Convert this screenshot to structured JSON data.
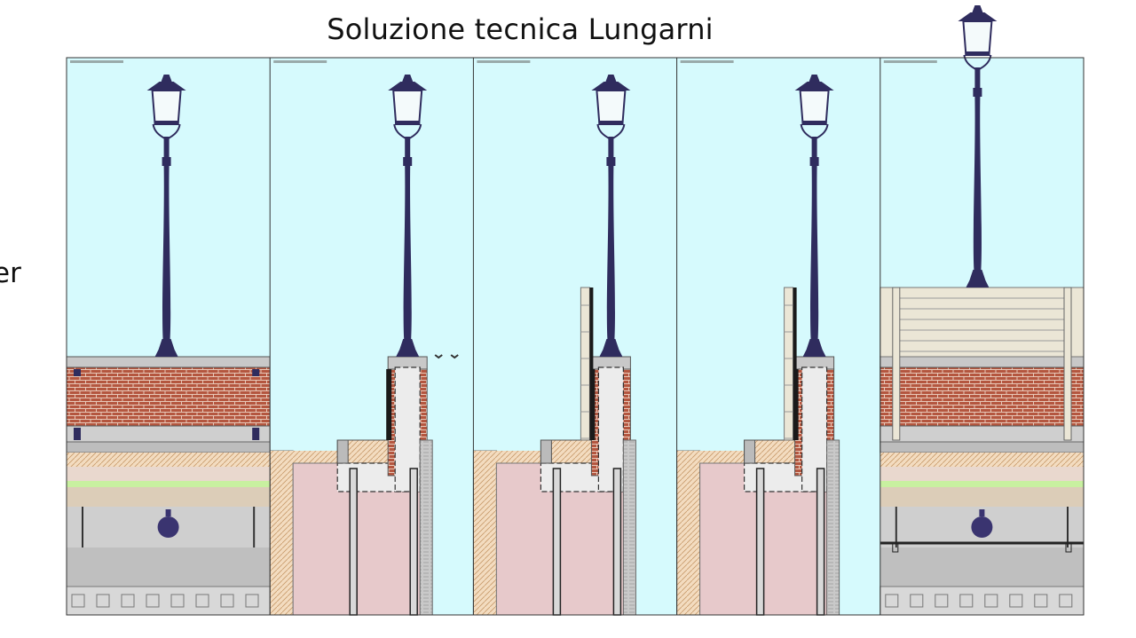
{
  "title": "Soluzione tecnica Lungarni",
  "side_text": "er",
  "colors": {
    "sky": "#d6fafd",
    "brick": "#b4563f",
    "mortar": "#e8c8b8",
    "stone": "#c8c8c8",
    "lamp_post": "#2f2c5e",
    "embankment": "#e7c9cb",
    "hatch_fill": "#f3dcc0",
    "grass_strip": "#c8f0a0",
    "barrier": "#ebe6d6",
    "concrete": "#ececec"
  },
  "panels": [
    {
      "type": "bridge",
      "barrier": false
    },
    {
      "type": "wall",
      "barrier": false
    },
    {
      "type": "wall",
      "barrier": true
    },
    {
      "type": "wall",
      "barrier": true
    },
    {
      "type": "bridge",
      "barrier": true
    }
  ]
}
